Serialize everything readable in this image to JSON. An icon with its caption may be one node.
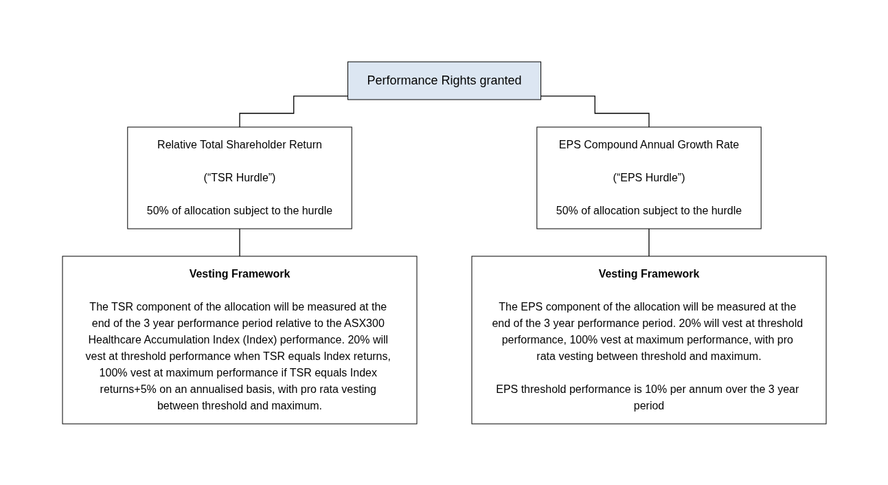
{
  "diagram": {
    "nodes": [
      {
        "text": [
          "Performance Rights granted"
        ]
      },
      {
        "text": [
          "Relative Total Shareholder Return",
          "(“TSR Hurdle”)",
          "50% of allocation subject to the hurdle"
        ]
      },
      {
        "text": [
          "EPS Compound Annual Growth Rate",
          "(“EPS Hurdle”)",
          "50% of allocation subject to the hurdle"
        ]
      },
      {
        "text": [
          "Vesting Framework",
          "The TSR component of the allocation will be measured at the end of the 3 year performance period relative to the ASX300 Healthcare Accumulation Index (Index) performance. 20% will vest at threshold performance when TSR equals Index returns, 100% vest at maximum performance if TSR equals Index returns+5% on an annualised basis, with pro rata vesting between threshold and maximum."
        ]
      },
      {
        "text": [
          "Vesting Framework",
          "The EPS component of the allocation will be measured at the end of the 3 year performance period. 20% will vest at threshold performance, 100% vest at maximum performance, with pro rata vesting between threshold and maximum.",
          "EPS threshold performance is 10% per annum over the 3 year period"
        ]
      }
    ],
    "edges": [
      {
        "from": 0,
        "to": 1,
        "arrow": "none"
      },
      {
        "from": 0,
        "to": 2,
        "arrow": "none"
      },
      {
        "from": 1,
        "to": 3,
        "arrow": "none"
      },
      {
        "from": 2,
        "to": 4,
        "arrow": "none"
      }
    ]
  }
}
